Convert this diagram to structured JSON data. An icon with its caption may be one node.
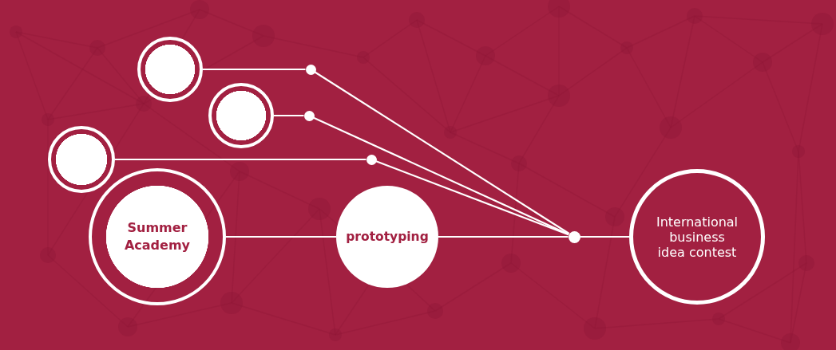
{
  "diagram": {
    "nodes": [
      {
        "text": [],
        "shape": "circle"
      },
      {
        "text": [],
        "shape": "circle"
      },
      {
        "text": [],
        "shape": "circle"
      },
      {
        "text": [],
        "shape": "dot"
      },
      {
        "text": [],
        "shape": "dot"
      },
      {
        "text": [],
        "shape": "dot"
      },
      {
        "text": [
          "Summer Academy"
        ]
      },
      {
        "text": [
          "prototyping"
        ]
      },
      {
        "text": [],
        "shape": "dot"
      },
      {
        "text": [
          "International business idea contest"
        ]
      }
    ],
    "edges": [
      {
        "from": 0,
        "to": 3,
        "arrow": "none"
      },
      {
        "from": 1,
        "to": 4,
        "arrow": "none"
      },
      {
        "from": 2,
        "to": 5,
        "arrow": "none"
      },
      {
        "from": 3,
        "to": 8,
        "arrow": "none"
      },
      {
        "from": 4,
        "to": 8,
        "arrow": "none"
      },
      {
        "from": 5,
        "to": 8,
        "arrow": "none"
      },
      {
        "from": 6,
        "to": 7,
        "arrow": "none"
      },
      {
        "from": 7,
        "to": 8,
        "arrow": "none"
      },
      {
        "from": 8,
        "to": 9,
        "arrow": "none"
      }
    ]
  }
}
